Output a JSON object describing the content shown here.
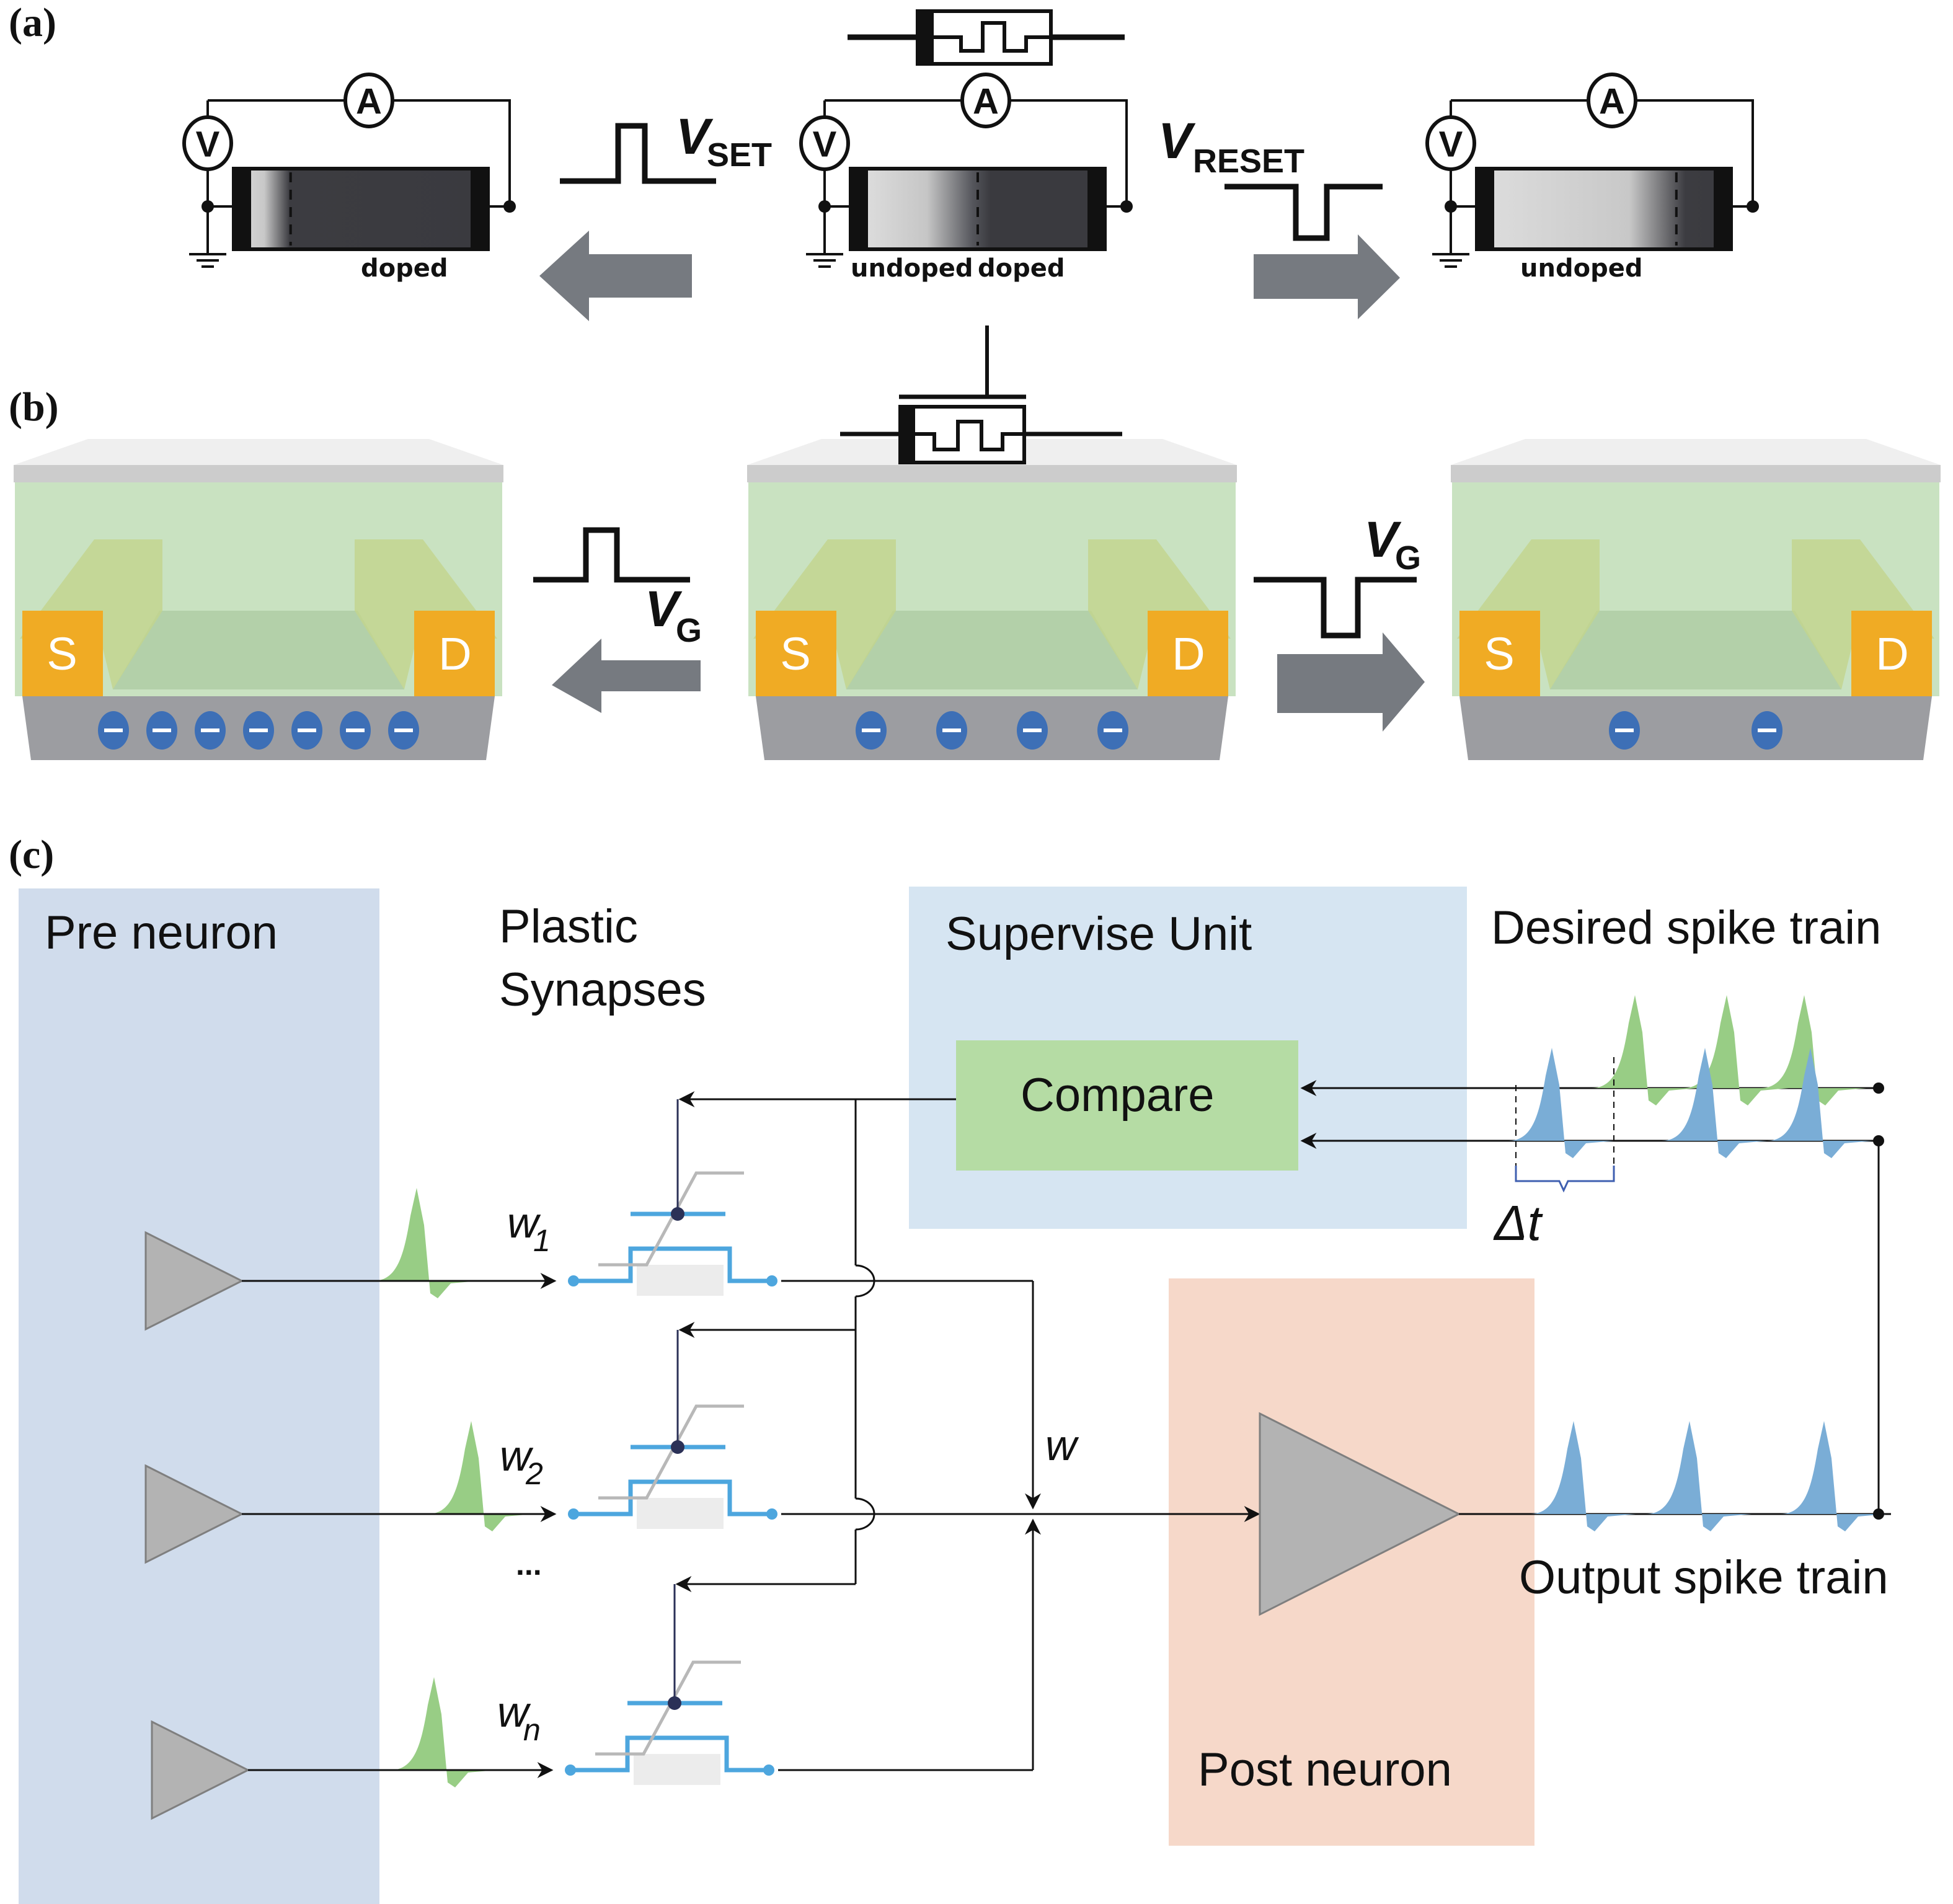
{
  "figure": {
    "panels": {
      "a": {
        "label": "(a)"
      },
      "b": {
        "label": "(b)"
      },
      "c": {
        "label": "(c)"
      }
    },
    "panel_a": {
      "meters": {
        "voltmeter": "V",
        "ammeter": "A"
      },
      "devices": [
        {
          "state": "set",
          "labels": [
            "doped"
          ]
        },
        {
          "state": "initial",
          "labels": [
            "undoped",
            "doped"
          ]
        },
        {
          "state": "reset",
          "labels": [
            "undoped"
          ]
        }
      ],
      "set_pulse": {
        "symbol": "V",
        "subscript": "SET",
        "direction": "left"
      },
      "reset_pulse": {
        "symbol": "V",
        "subscript": "RESET",
        "direction": "right"
      },
      "colors": {
        "doped": "#3a3a3f",
        "undoped": "#d9d9d9",
        "arrow": "#767a80"
      }
    },
    "panel_b": {
      "gate_label": "G",
      "source_label": "S",
      "drain_label": "D",
      "transistors": [
        {
          "state": "potentiated",
          "charges": 7
        },
        {
          "state": "initial",
          "charges": 4
        },
        {
          "state": "depressed",
          "charges": 2
        }
      ],
      "left_pulse": {
        "symbol": "V",
        "subscript": "G",
        "polarity": "positive"
      },
      "right_pulse": {
        "symbol": "V",
        "subscript": "G",
        "polarity": "negative"
      },
      "colors": {
        "gate": "#cccccc",
        "dielectric": "#c9e2c1",
        "channel": "#b3d0a9",
        "electrode": "#f0ab24",
        "substrate": "#9c9da1",
        "charge": "#3d6fb6"
      }
    },
    "panel_c": {
      "pre_neuron": {
        "title": "Pre neuron",
        "color": "#d0dcec"
      },
      "plastic_synapses": {
        "title_line1": "Plastic",
        "title_line2": "Synapses"
      },
      "supervise_unit": {
        "title": "Supervise Unit",
        "color": "#d6e5f2"
      },
      "compare_block": {
        "label": "Compare",
        "color": "#b5dca4"
      },
      "desired_spike_train": {
        "title": "Desired spike train",
        "spike_count": 3,
        "color": "#98cd85"
      },
      "output_spike_train": {
        "title": "Output spike train",
        "spike_count": 3,
        "color": "#7aadd6"
      },
      "post_neuron": {
        "title": "Post neuron",
        "color": "#f6d8c9"
      },
      "delta_t": "Δt",
      "ellipsis": "...",
      "sum_weight": "w",
      "synapses": [
        {
          "weight": "w",
          "subscript": "1"
        },
        {
          "weight": "w",
          "subscript": "2"
        },
        {
          "weight": "w",
          "subscript": "n"
        }
      ]
    }
  }
}
